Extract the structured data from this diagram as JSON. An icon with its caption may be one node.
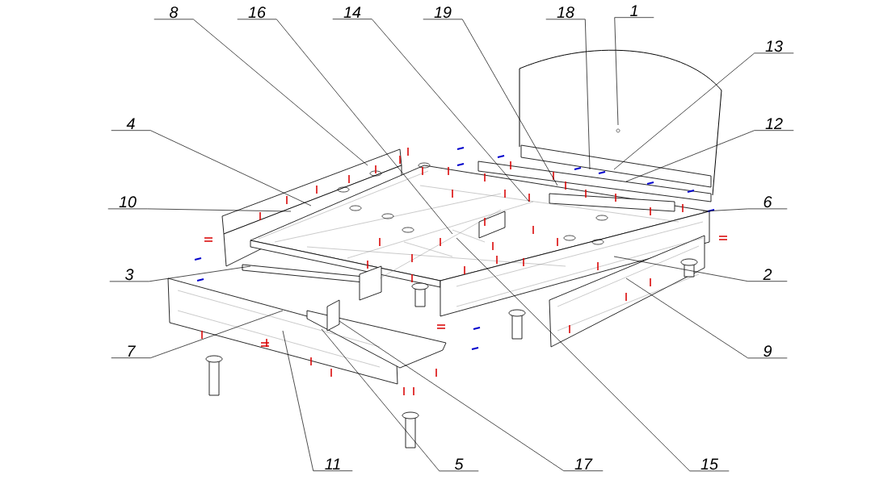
{
  "diagram": {
    "nodes": [
      {
        "text": [
          "8"
        ]
      },
      {
        "text": [
          "16"
        ]
      },
      {
        "text": [
          "14"
        ]
      },
      {
        "text": [
          "19"
        ]
      },
      {
        "text": [
          "18"
        ]
      },
      {
        "text": [
          "1"
        ]
      },
      {
        "text": [
          "13"
        ]
      },
      {
        "text": [
          "4"
        ]
      },
      {
        "text": [
          "12"
        ]
      },
      {
        "text": [
          "10"
        ]
      },
      {
        "text": [
          "6"
        ]
      },
      {
        "text": [
          "3"
        ]
      },
      {
        "text": [
          "2"
        ]
      },
      {
        "text": [
          "7"
        ]
      },
      {
        "text": [
          "9"
        ]
      },
      {
        "text": [
          "11"
        ]
      },
      {
        "text": [
          "5"
        ]
      },
      {
        "text": [
          "17"
        ]
      },
      {
        "text": [
          "15"
        ]
      }
    ],
    "edges": [
      {
        "from": 0,
        "to": null,
        "arrow": "none"
      },
      {
        "from": 1,
        "to": null,
        "arrow": "none"
      },
      {
        "from": 2,
        "to": null,
        "arrow": "none"
      },
      {
        "from": 3,
        "to": null,
        "arrow": "none"
      },
      {
        "from": 4,
        "to": null,
        "arrow": "none"
      },
      {
        "from": 5,
        "to": null,
        "arrow": "none"
      },
      {
        "from": 6,
        "to": null,
        "arrow": "none"
      },
      {
        "from": 7,
        "to": null,
        "arrow": "none"
      },
      {
        "from": 8,
        "to": null,
        "arrow": "none"
      },
      {
        "from": 9,
        "to": null,
        "arrow": "none"
      },
      {
        "from": 10,
        "to": null,
        "arrow": "none"
      },
      {
        "from": 11,
        "to": null,
        "arrow": "none"
      },
      {
        "from": 12,
        "to": null,
        "arrow": "none"
      },
      {
        "from": 13,
        "to": null,
        "arrow": "none"
      },
      {
        "from": 14,
        "to": null,
        "arrow": "none"
      },
      {
        "from": 15,
        "to": null,
        "arrow": "none"
      },
      {
        "from": 16,
        "to": null,
        "arrow": "none"
      },
      {
        "from": 17,
        "to": null,
        "arrow": "none"
      },
      {
        "from": 18,
        "to": null,
        "arrow": "none"
      }
    ]
  }
}
